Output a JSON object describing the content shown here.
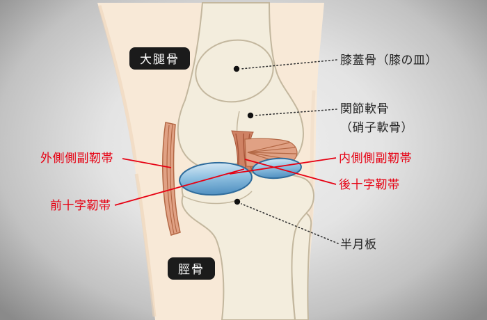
{
  "diagram": {
    "badges": {
      "femur": "大腿骨",
      "tibia": "脛骨"
    },
    "labels": {
      "patella": "膝蓋骨（膝の皿）",
      "articular_cartilage_line1": "関節軟骨",
      "articular_cartilage_line2": "（硝子軟骨）",
      "medial_collateral_ligament": "内側側副靭帯",
      "posterior_cruciate_ligament": "後十字靭帯",
      "lateral_collateral_ligament": "外側側副靭帯",
      "anterior_cruciate_ligament": "前十字靭帯",
      "meniscus": "半月板"
    },
    "colors": {
      "highlight_red": "#e60012",
      "text_black": "#222222",
      "badge_background": "#1b1b1b",
      "badge_text": "#ffffff",
      "skin": "#f8e9d7",
      "bone_fill": "#f3eddd",
      "bone_outline": "#c3b79e",
      "ligament_fill": "#e0a184",
      "ligament_stripe": "#b36845",
      "meniscus_blue": "#6aa6d2",
      "meniscus_blue_dark": "#2f6c9c",
      "background_edge": "#8a8a8a",
      "background_center": "#f0f0f0"
    }
  }
}
